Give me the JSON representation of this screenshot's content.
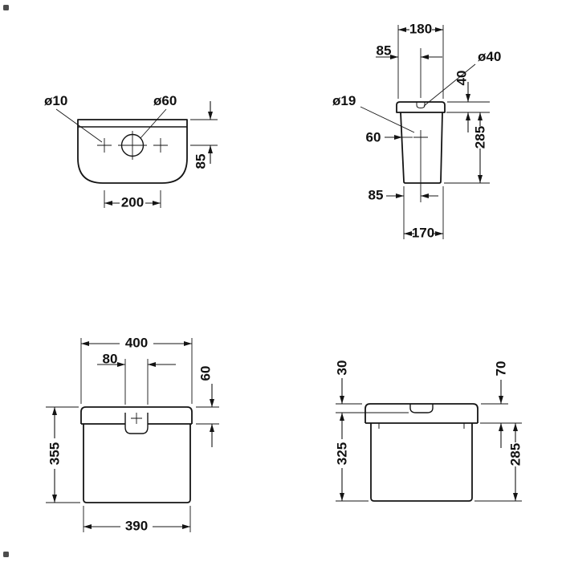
{
  "style": {
    "ink": "#141414",
    "background": "#ffffff"
  },
  "views": {
    "plan": {
      "labels": {
        "small_hole": "ø10",
        "center_hole": "ø60"
      },
      "dims": {
        "top_to_holes": "85",
        "hole_spacing": "200"
      }
    },
    "side": {
      "labels": {
        "top_hole": "ø40",
        "side_hole": "ø19"
      },
      "dims": {
        "top_depth": "180",
        "front_to_top_hole": "85",
        "lid_height": "40",
        "front_to_side_hole": "60",
        "body_height": "285",
        "front_to_hole_bottom": "85",
        "bottom_depth": "170"
      }
    },
    "front": {
      "dims": {
        "top_width": "400",
        "button_width": "80",
        "lid_height": "60",
        "total_height": "355",
        "bottom_width": "390"
      }
    },
    "rear": {
      "dims": {
        "recess_depth": "30",
        "lid_height": "70",
        "height_to_recess_line": "325",
        "height_below_lid": "285"
      }
    }
  }
}
